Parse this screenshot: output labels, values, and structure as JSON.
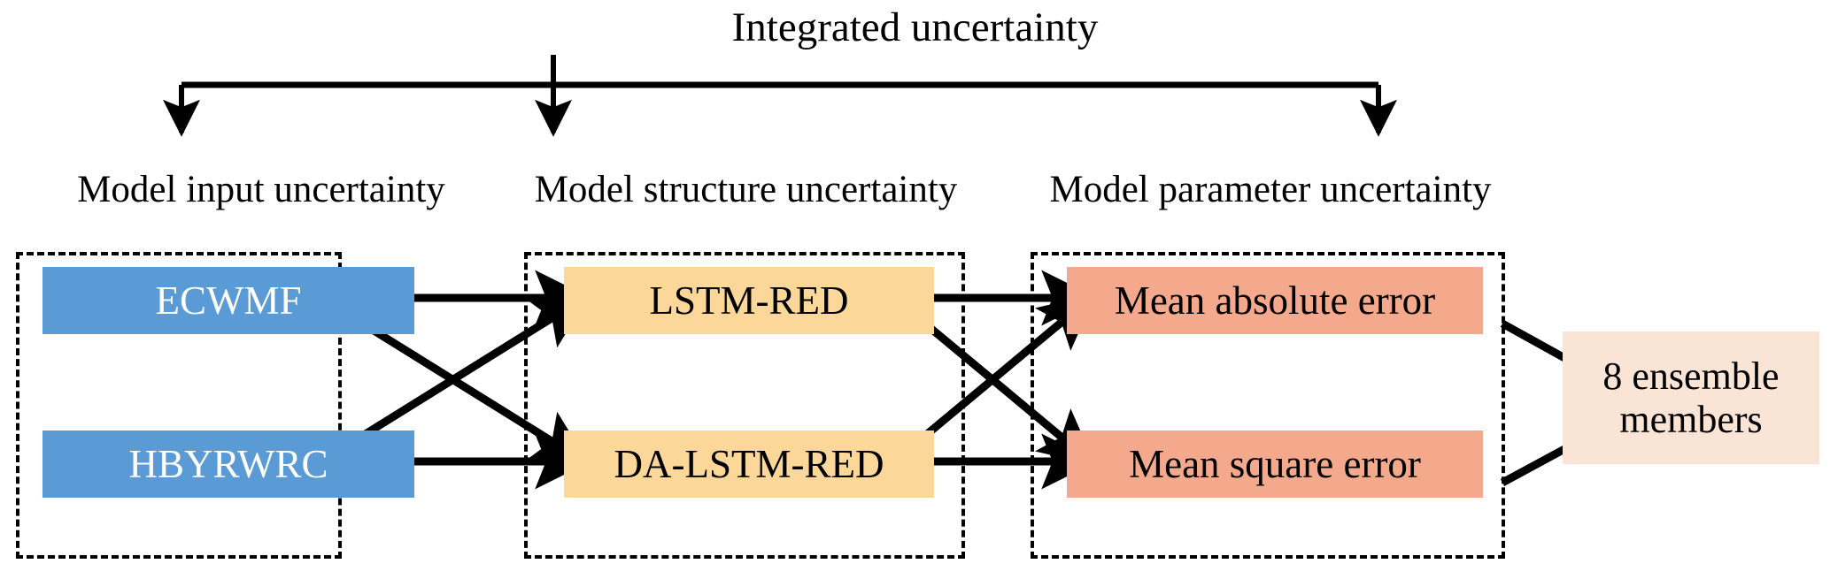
{
  "title": "Integrated uncertainty",
  "columns": [
    {
      "label": "Model input uncertainty"
    },
    {
      "label": "Model structure uncertainty"
    },
    {
      "label": "Model parameter uncertainty"
    }
  ],
  "nodes": {
    "input": [
      {
        "label": "ECWMF"
      },
      {
        "label": "HBYRWRC"
      }
    ],
    "structure": [
      {
        "label": "LSTM-RED"
      },
      {
        "label": "DA-LSTM-RED"
      }
    ],
    "parameter": [
      {
        "label": "Mean absolute error"
      },
      {
        "label": "Mean square error"
      }
    ]
  },
  "output": {
    "line1": "8 ensemble",
    "line2": "members"
  },
  "colors": {
    "input_box": "#5B9BD5",
    "input_text": "#FFFFFF",
    "structure_box": "#FBD79A",
    "parameter_box": "#F4A98C",
    "output_box": "#FAE4D6",
    "stroke": "#000000",
    "background": "#FFFFFF"
  }
}
